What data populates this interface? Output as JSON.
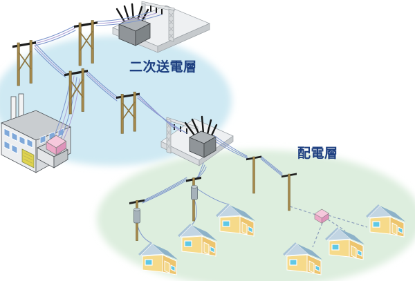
{
  "labels": {
    "secondary_transmission_layer": "二次送電層",
    "distribution_layer": "配電層"
  },
  "colors": {
    "label_text": "#1d3f80",
    "secondary_zone_fill": "#cfe9f3",
    "distribution_zone_fill": "#ddeede",
    "wire_blue": "#7d95cc",
    "wire_purple": "#ab9fd6",
    "dashed_line": "#8b9dbb",
    "pole_wood": "#a5894c",
    "crossarm": "#1f1f1f",
    "house_wall_light": "#f6da8a",
    "house_wall_dark": "#edc56e",
    "house_roof": "#8db2c9",
    "house_window": "#5fc8e6",
    "transformer_cube_pink": "#f6c8dc",
    "substation_gray": "#909599",
    "factory_door_yellow": "#dfd34f"
  },
  "diagram": {
    "zones": [
      {
        "name": "secondary-transmission-zone",
        "label": "二次送電層"
      },
      {
        "name": "distribution-zone",
        "label": "配電層"
      }
    ],
    "elements": [
      {
        "name": "transmission-substation",
        "count": 1
      },
      {
        "name": "distribution-substation",
        "count": 1
      },
      {
        "name": "h-frame-transmission-pole",
        "count": 4
      },
      {
        "name": "distribution-pole",
        "count": 4
      },
      {
        "name": "pole-mounted-transformer",
        "count": 2
      },
      {
        "name": "pad-transformer-cube",
        "count": 2
      },
      {
        "name": "factory-building",
        "count": 1
      },
      {
        "name": "house",
        "count": 6
      }
    ]
  }
}
